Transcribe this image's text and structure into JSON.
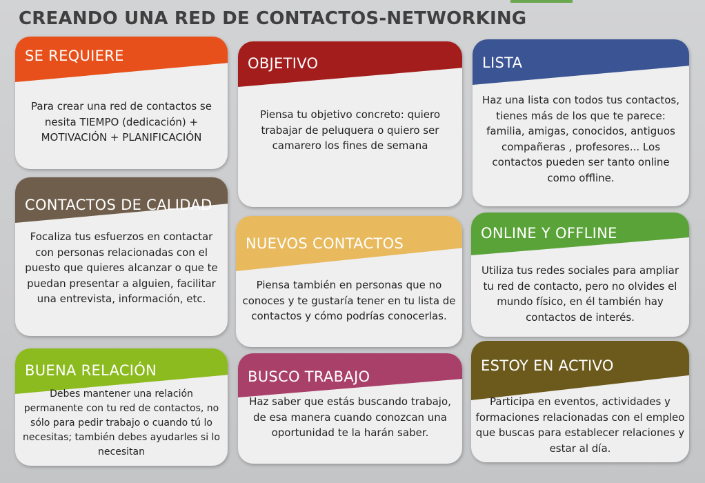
{
  "page": {
    "title": "CREANDO UNA RED DE CONTACTOS-NETWORKING"
  },
  "cards": [
    {
      "title": "SE REQUIERE",
      "color": "#e8501b",
      "text": "Para crear una red de contactos se nesita TIEMPO (dedicación) + MOTIVACIÓN + PLANIFICACIÓN"
    },
    {
      "title": "OBJETIVO",
      "color": "#a41d1d",
      "text": "Piensa tu objetivo concreto: quiero trabajar de peluquera o quiero ser camarero los fines de semana"
    },
    {
      "title": "LISTA",
      "color": "#3b5494",
      "text": "Haz una lista con todos tus contactos, tienes más de los que te parece: familia, amigas, conocidos, antiguos compañeras , profesores... Los contactos pueden ser tanto online como offline."
    },
    {
      "title": "CONTACTOS DE CALIDAD",
      "color": "#6f5e4b",
      "text": "Focaliza tus esfuerzos en contactar con personas relacionadas con el puesto que quieres alcanzar o que te puedan presentar a alguien, facilitar una entrevista, información, etc."
    },
    {
      "title": "NUEVOS CONTACTOS",
      "color": "#e8b95d",
      "text": "Piensa también en personas que no conoces y te gustaría tener en tu lista de contactos y cómo podrías conocerlas."
    },
    {
      "title": "ONLINE Y OFFLINE",
      "color": "#5aa339",
      "text": "Utiliza tus redes sociales para ampliar tu red de contacto, pero no olvides el mundo físico, en él también hay contactos de interés."
    },
    {
      "title": "BUENA RELACIÓN",
      "color": "#8cbb1f",
      "text": "Debes mantener una relación permanente  con tu red de contactos, no sólo para pedir trabajo o cuando tú lo necesitas; también debes ayudarles si lo necesitan"
    },
    {
      "title": "BUSCO TRABAJO",
      "color": "#a9406a",
      "text": "Haz saber que estás buscando trabajo, de esa manera cuando conozcan una oportunidad te la harán saber."
    },
    {
      "title": "ESTOY EN ACTIVO",
      "color": "#6b5a1c",
      "text": "Participa en eventos, actividades y formaciones relacionadas con el empleo que buscas para establecer relaciones y estar al día."
    }
  ]
}
